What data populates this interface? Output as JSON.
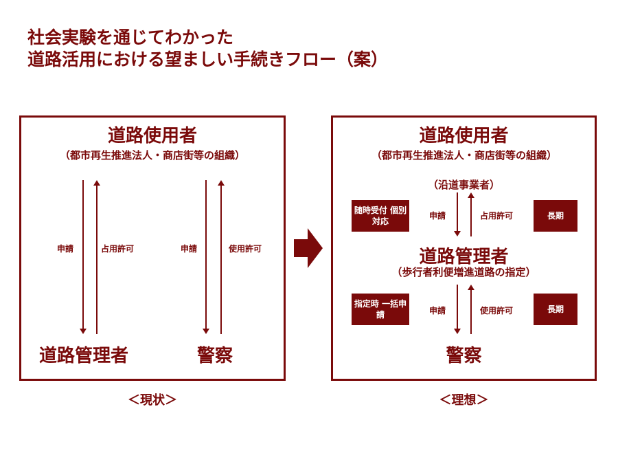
{
  "title": {
    "line1": "社会実験を通じてわかった",
    "line2": "道路活用における望ましい手続きフロー（案）"
  },
  "current": {
    "user": "道路使用者",
    "user_org": "（都市再生推進法人・商店街等の組織）",
    "manager": "道路管理者",
    "police": "警察",
    "left_down_label": "申請",
    "left_up_label": "占用許可",
    "right_down_label": "申請",
    "right_up_label": "使用許可",
    "caption": "＜現状＞"
  },
  "ideal": {
    "user": "道路使用者",
    "user_org": "（都市再生推進法人・商店街等の組織）",
    "user_org2": "（沿道事業者）",
    "manager": "道路管理者",
    "manager_note": "（歩行者利便増進道路の指定）",
    "police": "警察",
    "top_down_label": "申請",
    "top_up_label": "占用許可",
    "bottom_down_label": "申請",
    "bottom_up_label": "使用許可",
    "box_top_left": "随時受付 個別対応",
    "box_top_right": "長期",
    "box_bottom_left": "指定時 一括申請",
    "box_bottom_right": "長期",
    "caption": "＜理想＞"
  },
  "colors": {
    "accent": "#7a0a0a"
  }
}
